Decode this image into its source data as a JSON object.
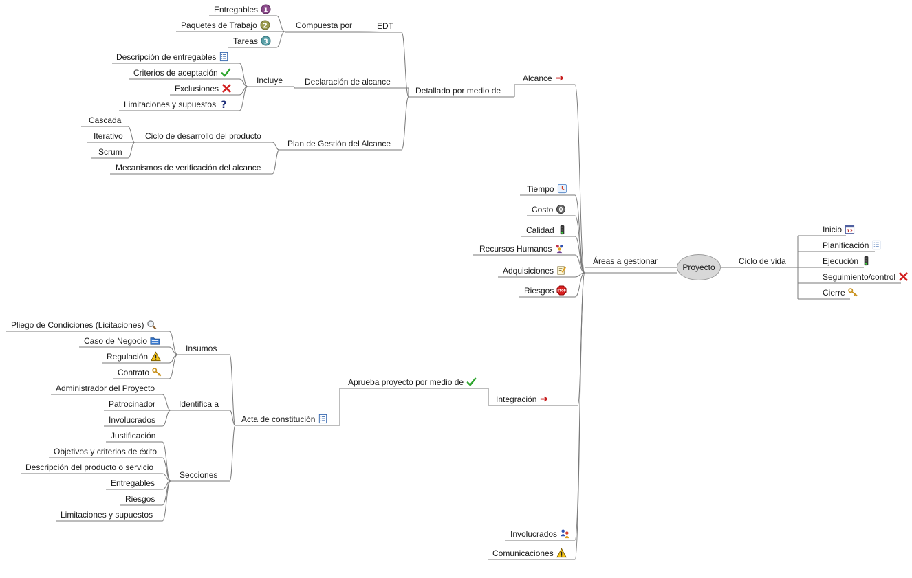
{
  "root": "Proyecto",
  "nodes": {
    "ciclo": "Ciclo de vida",
    "inicio": "Inicio",
    "planificacion": "Planificación",
    "ejecucion": "Ejecución",
    "seguimiento": "Seguimiento/control",
    "cierre": "Cierre",
    "areas": "Áreas a gestionar",
    "alcance": "Alcance",
    "detallado": "Detallado por medio de",
    "edt": "EDT",
    "compuesta": "Compuesta por",
    "entregables1": "Entregables",
    "paquetes": "Paquetes de Trabajo",
    "tareas": "Tareas",
    "declaracion": "Declaración de alcance",
    "incluye": "Incluye",
    "desc_entregables": "Descripción de entregables",
    "criterios": "Criterios de aceptación",
    "exclusiones": "Exclusiones",
    "limitaciones1": "Limitaciones y supuestos",
    "plan_gestion": "Plan de Gestión del Alcance",
    "ciclo_desarrollo": "Ciclo de desarrollo del producto",
    "cascada": "Cascada",
    "iterativo": "Iterativo",
    "scrum": "Scrum",
    "mecanismos": "Mecanismos de verificación del alcance",
    "tiempo": "Tiempo",
    "costo": "Costo",
    "calidad": "Calidad",
    "rrhh": "Recursos Humanos",
    "adquisiciones": "Adquisiciones",
    "riesgos_area": "Riesgos",
    "integracion": "Integración",
    "aprueba": "Aprueba proyecto por medio de",
    "acta": "Acta de constitución",
    "insumos": "Insumos",
    "pliego": "Pliego de Condiciones (Licitaciones)",
    "caso": "Caso de Negocio",
    "regulacion": "Regulación",
    "contrato": "Contrato",
    "identifica": "Identifica a",
    "administrador": "Administrador del Proyecto",
    "patrocinador": "Patrocinador",
    "involucrados_id": "Involucrados",
    "secciones": "Secciones",
    "justificacion": "Justificación",
    "objetivos": "Objetivos y criterios de éxito",
    "descripcion_producto": "Descripción del producto o servicio",
    "entregables2": "Entregables",
    "riesgos_sec": "Riesgos",
    "limitaciones2": "Limitaciones y supuestos",
    "involucrados_area": "Involucrados",
    "comunicaciones": "Comunicaciones"
  },
  "icons": {
    "entregables1": "number-1-icon",
    "paquetes": "number-2-icon",
    "tareas": "number-3-icon",
    "desc_entregables": "list-document-icon",
    "criterios": "checkmark-icon",
    "exclusiones": "red-x-icon",
    "limitaciones1": "question-mark-icon",
    "alcance": "arrow-right-icon",
    "tiempo": "clock-icon",
    "costo": "coin-icon",
    "calidad": "traffic-light-icon",
    "rrhh": "people-group-icon",
    "adquisiciones": "notepad-pencil-icon",
    "riesgos_area": "stop-sign-icon",
    "inicio": "calendar-icon",
    "planificacion": "list-document-icon",
    "ejecucion": "traffic-light-icon",
    "seguimiento": "red-x-icon",
    "cierre": "key-icon",
    "pliego": "magnifier-icon",
    "caso": "folder-icon",
    "regulacion": "warning-icon",
    "contrato": "key-icon",
    "aprueba": "checkmark-icon",
    "acta": "list-document-icon",
    "integracion": "arrow-right-icon",
    "involucrados_area": "people-pair-icon",
    "comunicaciones": "warning-icon"
  },
  "colors": {
    "root_fill": "#d8d8d8",
    "connector": "#7a7a7a",
    "check_green": "#2ea52e",
    "x_red": "#d22020",
    "arrow_red": "#c81e1e"
  }
}
